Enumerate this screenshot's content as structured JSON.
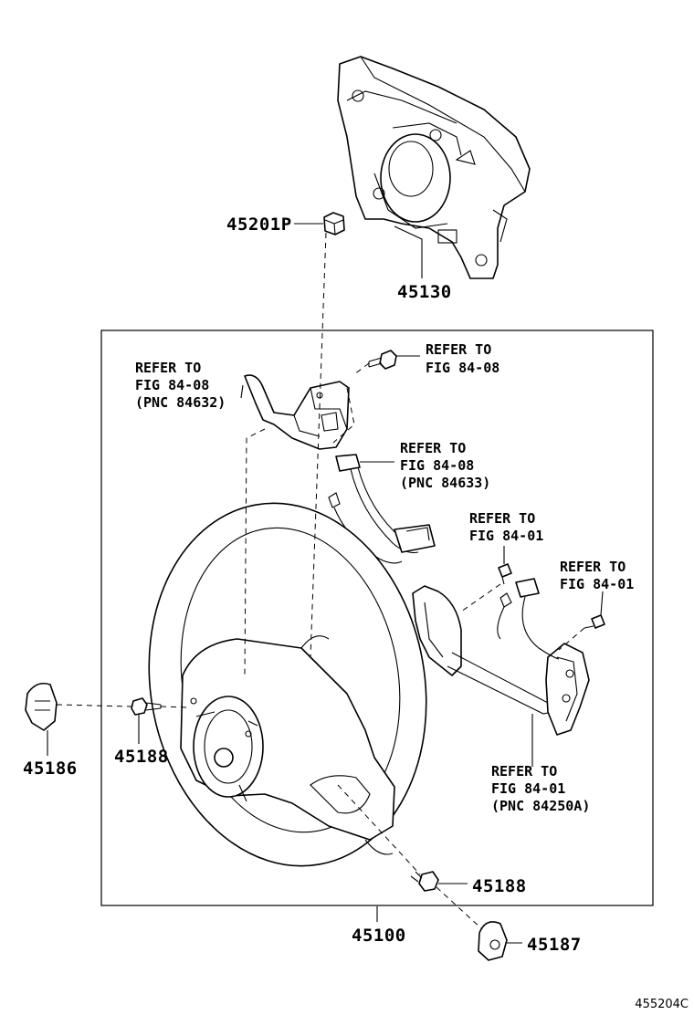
{
  "part_numbers": {
    "nut_45201P": "45201P",
    "pad_45130": "45130",
    "cover_45186": "45186",
    "screw_45188_left": "45188",
    "screw_45188_right": "45188",
    "wheel_45100": "45100",
    "cover_45187": "45187"
  },
  "references": {
    "ref_switch": [
      "REFER TO",
      "FIG 84-08",
      "(PNC 84632)"
    ],
    "ref_bolt": [
      "REFER TO",
      "FIG 84-08"
    ],
    "ref_harness": [
      "REFER TO",
      "FIG 84-08",
      "(PNC 84633)"
    ],
    "ref_screw_a": [
      "REFER TO",
      "FIG 84-01"
    ],
    "ref_screw_b": [
      "REFER TO",
      "FIG 84-01"
    ],
    "ref_switch_assy": [
      "REFER TO",
      "FIG 84-01",
      "(PNC 84250A)"
    ]
  },
  "diagram_code": "455204C"
}
